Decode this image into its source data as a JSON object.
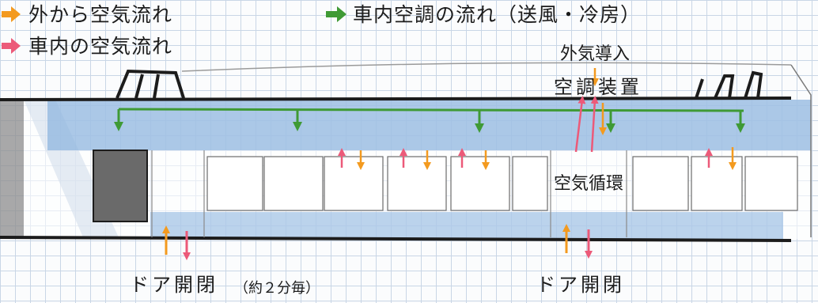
{
  "legend": [
    {
      "label": "外から空気流れ",
      "color": "#f39a1f",
      "icon": "orange-arrow"
    },
    {
      "label": "車内の空気流れ",
      "color": "#ec5a79",
      "icon": "pink-arrow"
    },
    {
      "label": "車内空調の流れ（送風・冷房）",
      "color": "#3f9a35",
      "icon": "green-arrow"
    }
  ],
  "labels": {
    "outside_air_intake": "外気導入",
    "ac_unit": "空調装置",
    "air_circulation": "空気循環",
    "door_left": "ドア開閉",
    "door_left_note": "（約２分毎）",
    "door_right": "ドア開閉"
  },
  "colors": {
    "outside_air": "#f39a1f",
    "inside_air": "#ec5a79",
    "ac_flow": "#3f9a35",
    "cabin_fill": "#8fb5df"
  }
}
